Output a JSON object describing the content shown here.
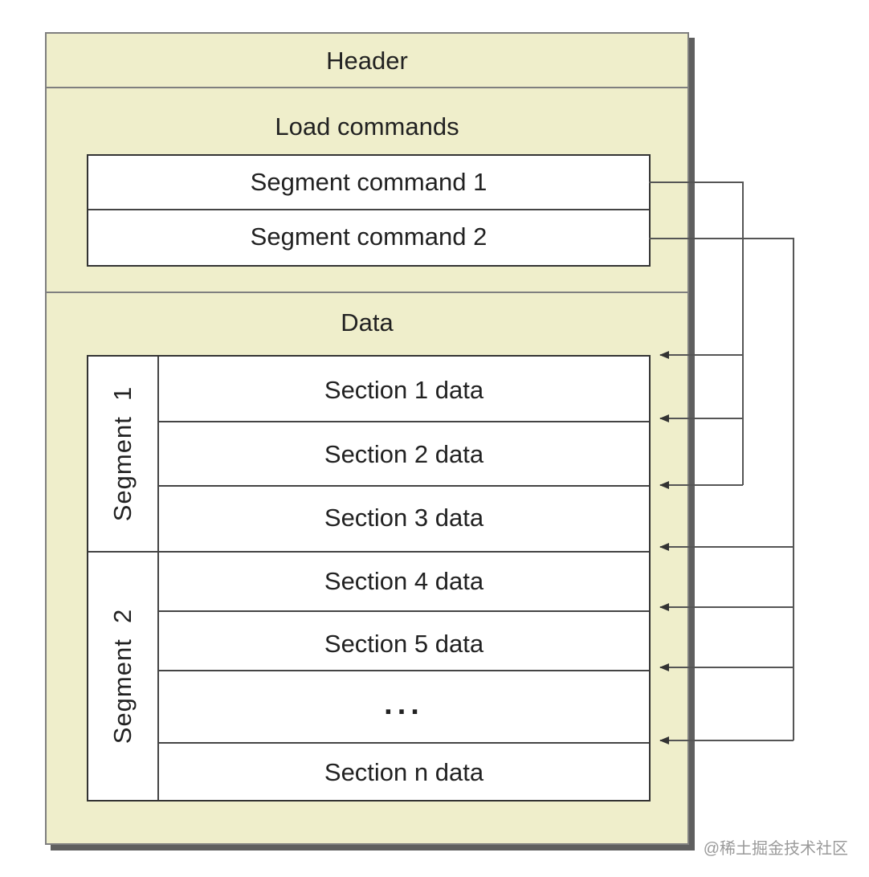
{
  "header": {
    "label": "Header"
  },
  "load_commands": {
    "label": "Load commands",
    "items": [
      {
        "label": "Segment command 1"
      },
      {
        "label": "Segment command 2"
      }
    ]
  },
  "data": {
    "label": "Data",
    "segments": [
      {
        "label": "Segment  1"
      },
      {
        "label": "Segment  2"
      }
    ],
    "sections": [
      {
        "label": "Section 1 data"
      },
      {
        "label": "Section 2 data"
      },
      {
        "label": "Section 3 data"
      },
      {
        "label": "Section 4 data"
      },
      {
        "label": "Section 5 data"
      },
      {
        "label": "..."
      },
      {
        "label": "Section n data"
      }
    ]
  },
  "watermark": "@稀土掘金技术社区",
  "colors": {
    "background": "#efeecb",
    "border": "#7f7f7f",
    "box": "#ffffff",
    "connector": "#444444"
  }
}
